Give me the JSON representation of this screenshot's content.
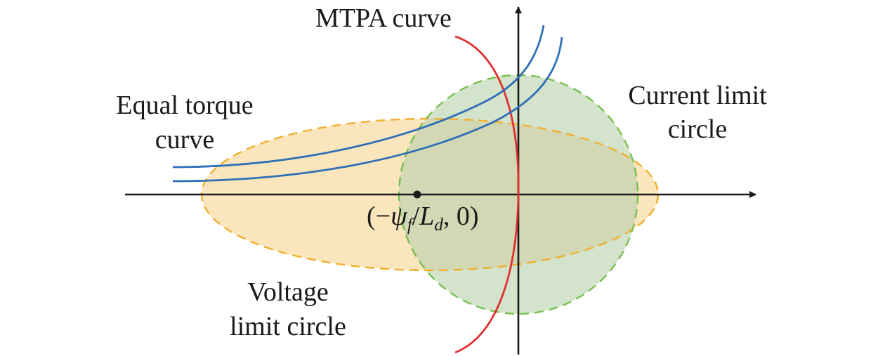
{
  "labels": {
    "mtpa": "MTPA curve",
    "equal_torque_line1": "Equal torque",
    "equal_torque_line2": "curve",
    "current_limit_line1": "Current limit",
    "current_limit_line2": "circle",
    "voltage_limit_line1": "Voltage",
    "voltage_limit_line2": "limit circle",
    "point": {
      "open": "(−",
      "psi": "ψ",
      "psi_sub": "f",
      "slash": "/",
      "L": "L",
      "L_sub": "d",
      "rest": ", 0)"
    }
  },
  "colors": {
    "axis": "#1a1a1a",
    "voltage_stroke": "#f0b030",
    "voltage_fill": "#fbe5bd",
    "current_stroke": "#78c050",
    "current_fill": "#d3e3cc",
    "overlap_fill": "#d2d7b4",
    "mtpa": "#e03030",
    "torque": "#2f6fb5",
    "point": "#1a1a1a"
  }
}
